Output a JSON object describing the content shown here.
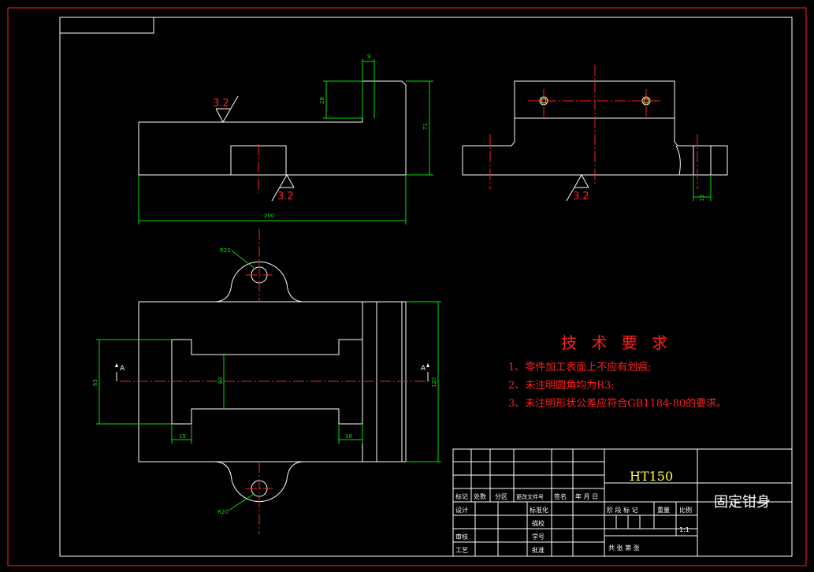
{
  "colors": {
    "background": "#000000",
    "outline": "#ffffff",
    "dimension": "#00e000",
    "centerline_and_notes": "#ff2020",
    "frame_outer": "#ff2020",
    "frame_inner": "#ffffff",
    "material_text": "#ffff40"
  },
  "top_view": {
    "roughness_1": "3.2",
    "roughness_2": "3.2",
    "dims": {
      "width": "200",
      "height_total": "71",
      "lug_height": "28",
      "lug_width": "9"
    }
  },
  "side_view": {
    "roughness": "3.2",
    "dims": {
      "step": "13"
    }
  },
  "plan_view": {
    "radius_top": "R20",
    "radius_bottom": "R20",
    "section_left": "A",
    "section_right": "A",
    "dims": {
      "left_height": "65",
      "slot": "40",
      "right_height": "120",
      "left_step": "15",
      "right_step": "18"
    }
  },
  "technical_requirements": {
    "title": "技 术 要 求",
    "items": [
      "1、零件加工表面上不应有划痕;",
      "2、未注明圆角均为R3;",
      "3、未注明形状公差应符合GB1184-80的要求。"
    ]
  },
  "title_block": {
    "material": "HT150",
    "part_name": "固定钳身",
    "labels": {
      "mark": "标记",
      "count": "处数",
      "zone": "分区",
      "change_doc": "更改文件号",
      "signature": "签名",
      "date": "年 月 日",
      "design": "设计",
      "standardization": "标准化",
      "review": "审核",
      "process": "工艺",
      "approve": "批准",
      "check": "描校",
      "student_id": "学号",
      "stage_mark": "阶 段 标 记",
      "weight": "重量",
      "scale_label": "比例",
      "scale_value": "1:1",
      "sheets": "共    张  第    张"
    }
  }
}
